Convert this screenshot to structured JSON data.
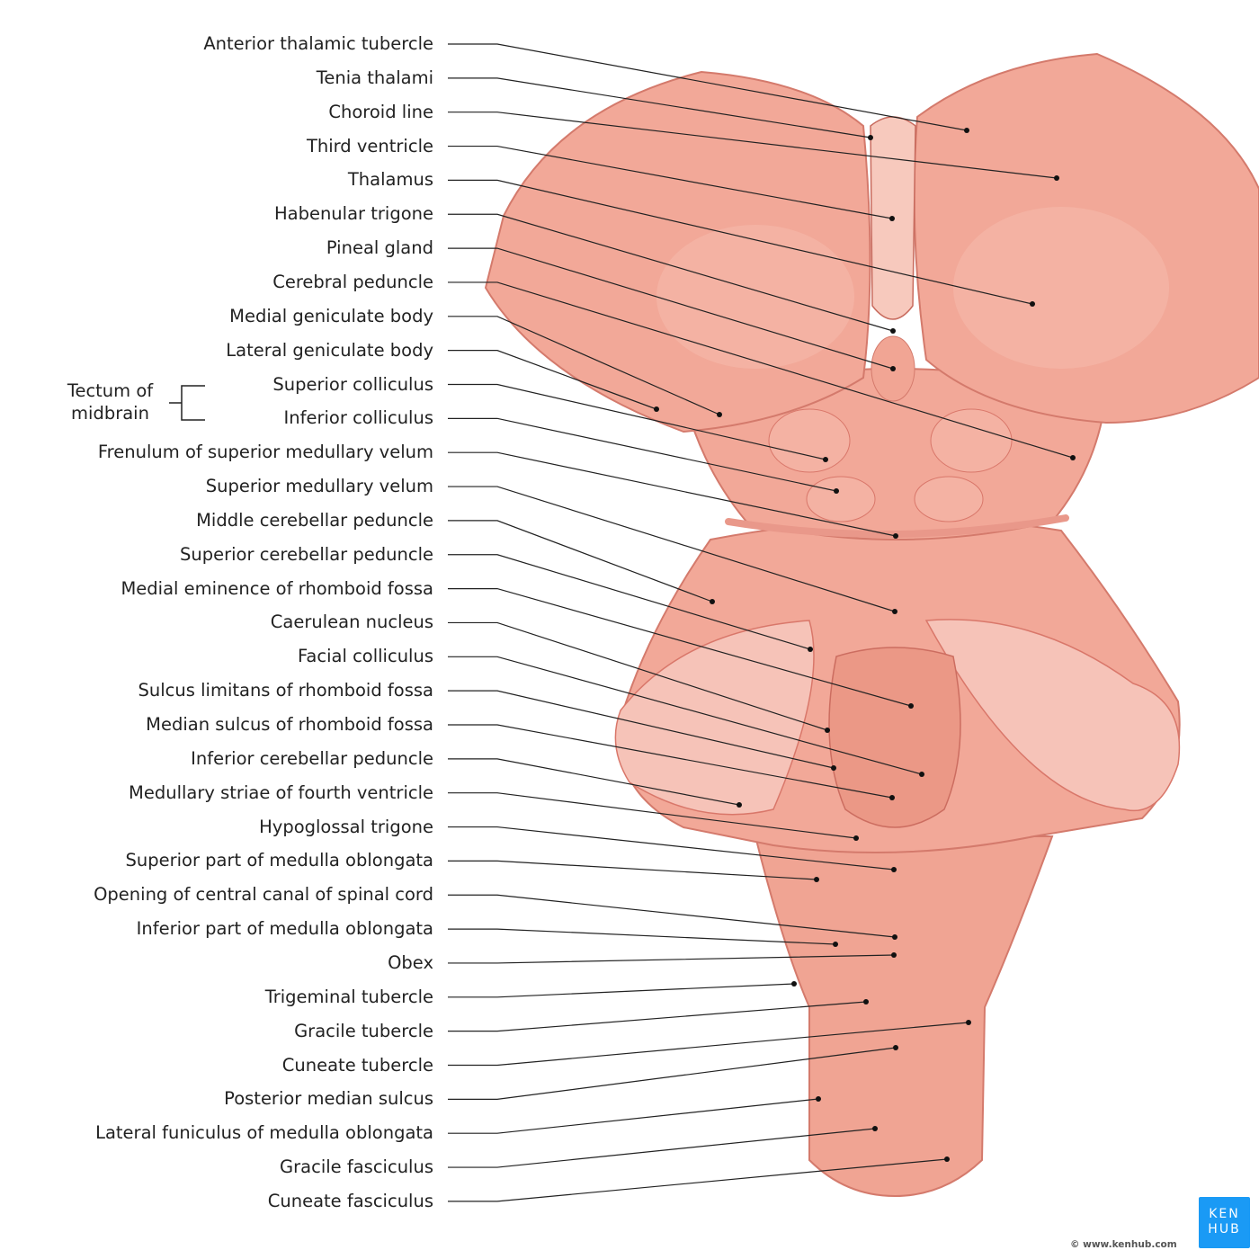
{
  "labels": [
    "Anterior thalamic tubercle",
    "Tenia thalami",
    "Choroid line",
    "Third ventricle",
    "Thalamus",
    "Habenular trigone",
    "Pineal gland",
    "Cerebral peduncle",
    "Medial geniculate body",
    "Lateral geniculate body",
    "Superior colliculus",
    "Inferior colliculus",
    "Frenulum of superior medullary velum",
    "Superior medullary velum",
    "Middle cerebellar peduncle",
    "Superior cerebellar peduncle",
    "Medial eminence of rhomboid fossa",
    "Caerulean nucleus",
    "Facial colliculus",
    "Sulcus limitans of rhomboid fossa",
    "Median sulcus of rhomboid fossa",
    "Inferior cerebellar peduncle",
    "Medullary striae of fourth ventricle",
    "Hypoglossal trigone",
    "Superior part of medulla oblongata",
    "Opening of central canal of spinal cord",
    "Inferior part of medulla oblongata",
    "Obex",
    "Trigeminal tubercle",
    "Gracile tubercle",
    "Cuneate tubercle",
    "Posterior median sulcus",
    "Lateral funiculus of medulla oblongata",
    "Gracile fasciculus",
    "Cuneate fasciculus"
  ],
  "group_label": {
    "line1": "Tectum of",
    "line2": "midbrain"
  },
  "logo": {
    "line1": "KEN",
    "line2": "HUB",
    "watermark": "www.kenhub.com"
  },
  "copyright": "© www.kenhub.com",
  "colors": {
    "tissue": "#f2a898",
    "tissue_dark": "#d9776a",
    "tissue_light": "#f8c7bb",
    "cut_surface": "#f6c3b8",
    "logo": "#1a9af5"
  }
}
